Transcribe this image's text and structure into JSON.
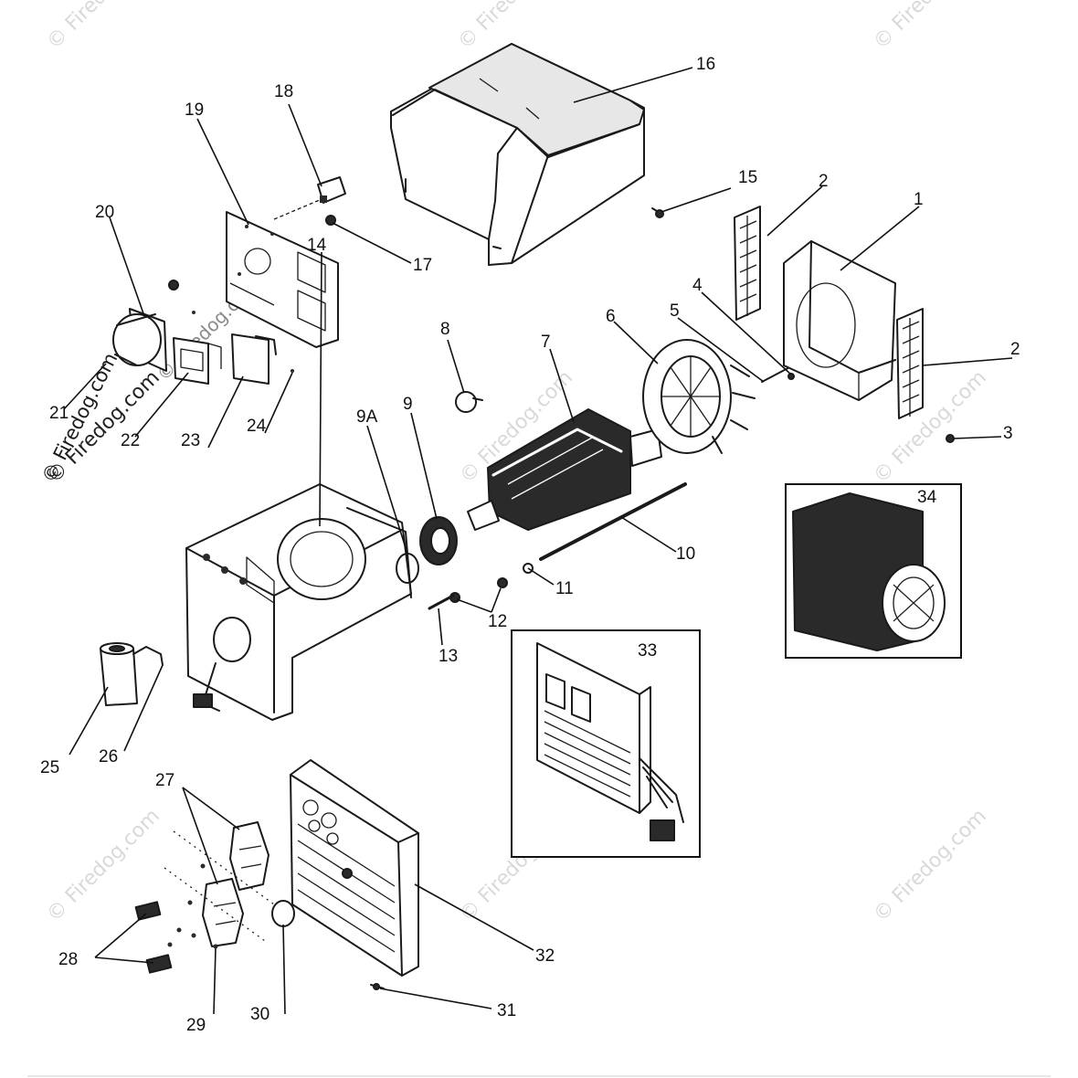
{
  "watermark": {
    "text": "© Firedog.com",
    "color": "#d9d9d9"
  },
  "diagram": {
    "labels": [
      {
        "id": "p1",
        "text": "1"
      },
      {
        "id": "p2a",
        "text": "2"
      },
      {
        "id": "p2b",
        "text": "2"
      },
      {
        "id": "p3",
        "text": "3"
      },
      {
        "id": "p4",
        "text": "4"
      },
      {
        "id": "p5",
        "text": "5"
      },
      {
        "id": "p6",
        "text": "6"
      },
      {
        "id": "p7",
        "text": "7"
      },
      {
        "id": "p8",
        "text": "8"
      },
      {
        "id": "p9",
        "text": "9"
      },
      {
        "id": "p9a",
        "text": "9A"
      },
      {
        "id": "p10",
        "text": "10"
      },
      {
        "id": "p11",
        "text": "11"
      },
      {
        "id": "p12",
        "text": "12"
      },
      {
        "id": "p13",
        "text": "13"
      },
      {
        "id": "p14",
        "text": "14"
      },
      {
        "id": "p15",
        "text": "15"
      },
      {
        "id": "p16",
        "text": "16"
      },
      {
        "id": "p17",
        "text": "17"
      },
      {
        "id": "p18",
        "text": "18"
      },
      {
        "id": "p19",
        "text": "19"
      },
      {
        "id": "p20",
        "text": "20"
      },
      {
        "id": "p21",
        "text": "21"
      },
      {
        "id": "p22",
        "text": "22"
      },
      {
        "id": "p23",
        "text": "23"
      },
      {
        "id": "p24",
        "text": "24"
      },
      {
        "id": "p25",
        "text": "25"
      },
      {
        "id": "p26",
        "text": "26"
      },
      {
        "id": "p27",
        "text": "27"
      },
      {
        "id": "p28",
        "text": "28"
      },
      {
        "id": "p29",
        "text": "29"
      },
      {
        "id": "p30",
        "text": "30"
      },
      {
        "id": "p31",
        "text": "31"
      },
      {
        "id": "p32",
        "text": "32"
      },
      {
        "id": "p33",
        "text": "33"
      },
      {
        "id": "p34",
        "text": "34"
      }
    ]
  }
}
